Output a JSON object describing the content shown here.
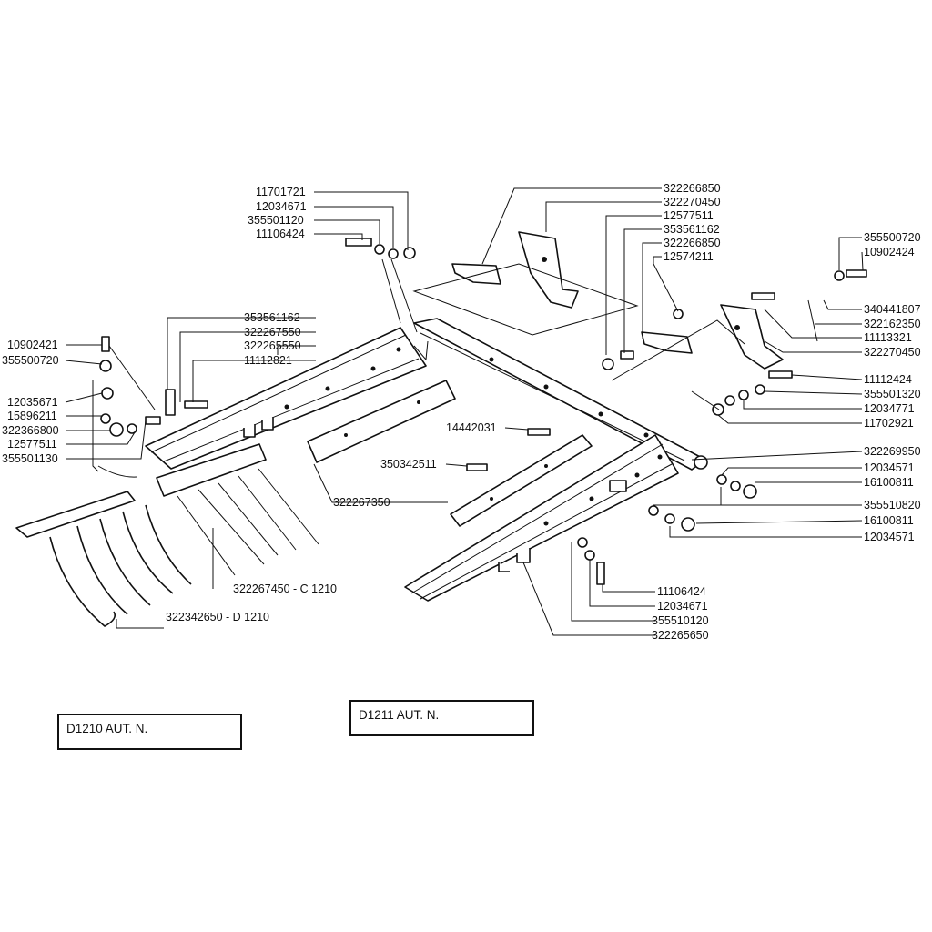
{
  "labels": {
    "l_11701721": "11701721",
    "l_12034671_top": "12034671",
    "l_355501120": "355501120",
    "l_11106424_top": "11106424",
    "l_322266850_a": "322266850",
    "l_322270450_a": "322270450",
    "l_12577511_r": "12577511",
    "l_353561162_r": "353561162",
    "l_322266850_b": "322266850",
    "l_12574211": "12574211",
    "l_355500720_r": "355500720",
    "l_10902424": "10902424",
    "l_340441807": "340441807",
    "l_322162350": "322162350",
    "l_11113321": "11113321",
    "l_322270450_b": "322270450",
    "l_11112424": "11112424",
    "l_355501320": "355501320",
    "l_12034771": "12034771",
    "l_11702921": "11702921",
    "l_322269950": "322269950",
    "l_12034571_a": "12034571",
    "l_16100811_a": "16100811",
    "l_355510820": "355510820",
    "l_16100811_b": "16100811",
    "l_12034571_b": "12034571",
    "l_353561162_l": "353561162",
    "l_322267550": "322267550",
    "l_322265550": "322265550",
    "l_11112821": "11112821",
    "l_10902421": "10902421",
    "l_355500720_l": "355500720",
    "l_12035671": "12035671",
    "l_15896211": "15896211",
    "l_322366800": "322366800",
    "l_12577511_l": "12577511",
    "l_355501130": "355501130",
    "l_14442031": "14442031",
    "l_350342511": "350342511",
    "l_322267350": "322267350",
    "l_322267450": "322267450 - C 1210",
    "l_322342650": "322342650 - D 1210",
    "l_11106424_b": "11106424",
    "l_12034671_b": "12034671",
    "l_355510120": "355510120",
    "l_322265650": "322265650"
  },
  "boxes": {
    "d1210": "D1210 AUT. N.",
    "d1211": "D1211 AUT. N."
  }
}
